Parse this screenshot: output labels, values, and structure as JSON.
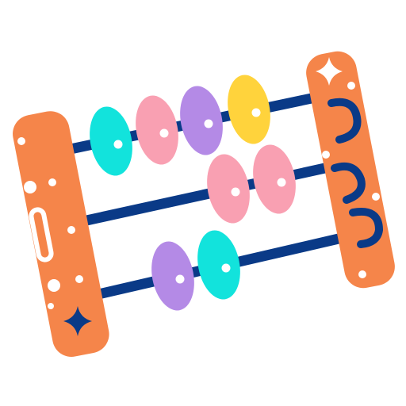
{
  "illustration": {
    "subject": "abacus-icon",
    "colors": {
      "frame": "#F5854A",
      "rod": "#0A3A87",
      "bead_cyan": "#12E3DC",
      "bead_pink": "#F9A0B2",
      "bead_purple": "#B48AE6",
      "bead_yellow": "#FFD33C",
      "highlight": "#FFFFFF",
      "accent_dark": "#0A3A87"
    },
    "rods": [
      {
        "name": "top-rod",
        "beads": [
          "bead_cyan",
          "bead_pink",
          "bead_purple",
          "bead_yellow"
        ]
      },
      {
        "name": "middle-rod",
        "beads": [
          "bead_pink",
          "bead_pink"
        ]
      },
      {
        "name": "bottom-rod",
        "beads": [
          "bead_purple",
          "bead_cyan"
        ]
      }
    ]
  }
}
